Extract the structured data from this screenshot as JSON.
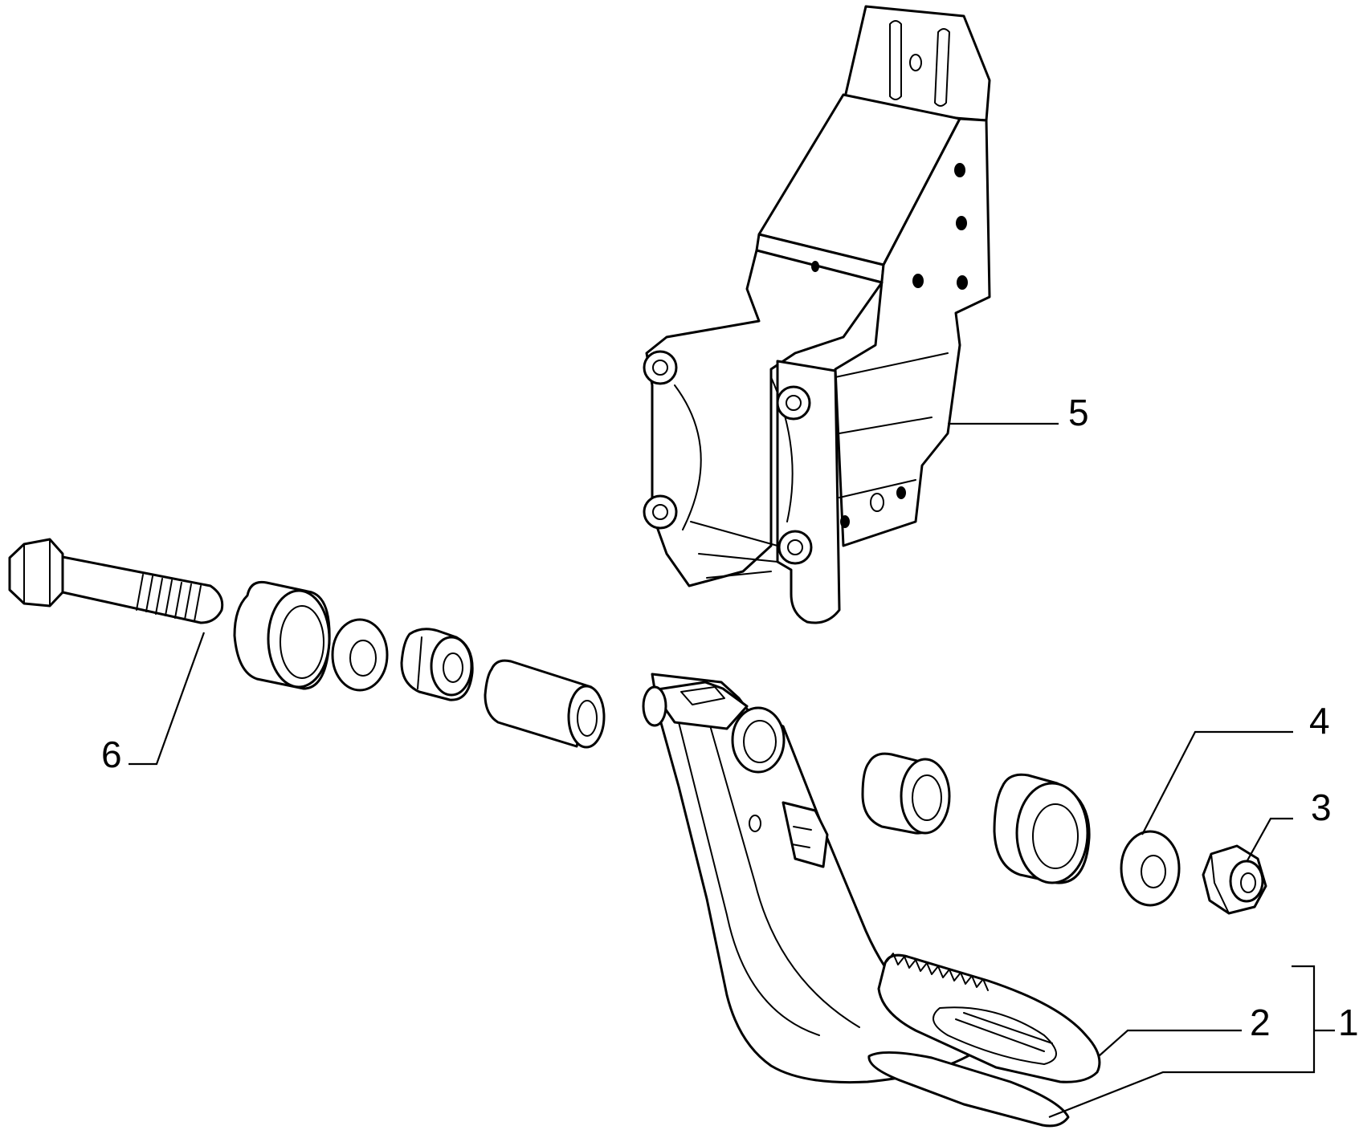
{
  "parts": [
    {
      "id": "1",
      "label": "1"
    },
    {
      "id": "2",
      "label": "2"
    },
    {
      "id": "3",
      "label": "3"
    },
    {
      "id": "4",
      "label": "4"
    },
    {
      "id": "5",
      "label": "5"
    },
    {
      "id": "6",
      "label": "6"
    }
  ]
}
